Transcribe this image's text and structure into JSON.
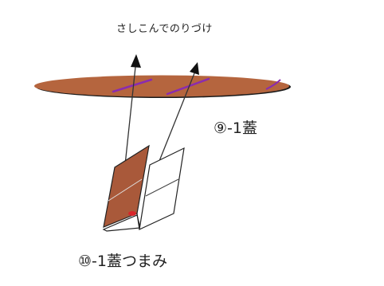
{
  "labels": {
    "instruction": "さしこんでのりづけ",
    "lid": "⑨-1蓋",
    "knob": "⑩-1蓋つまみ"
  },
  "colors": {
    "disc_fill": "#b5653e",
    "paper_brown": "#a9593a",
    "slot_purple": "#8a2bb0",
    "glue_red": "#d8252a",
    "line": "#222222"
  }
}
